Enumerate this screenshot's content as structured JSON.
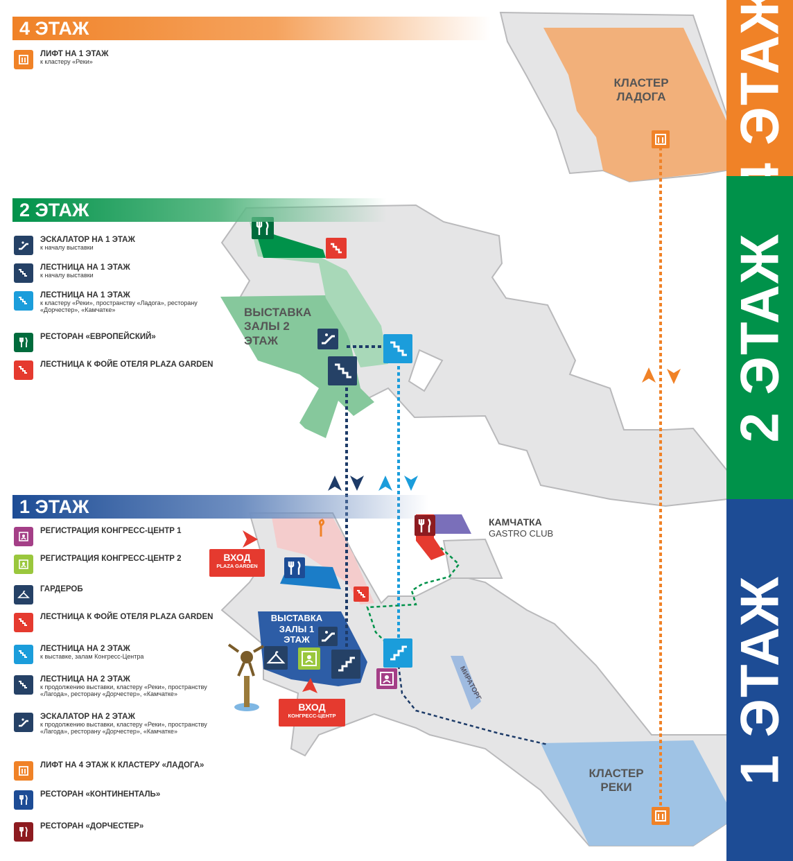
{
  "colors": {
    "floor4": "#f08227",
    "floor2": "#00924a",
    "floor1": "#1d4c95",
    "dark_icon": "#254166",
    "light_blue_icon": "#1b9ddb",
    "red_icon": "#e53a2f",
    "green_icon": "#006b3c",
    "pink_icon": "#a43f87",
    "lime_icon": "#9ac73d",
    "maroon_icon": "#8d1b20"
  },
  "bands": [
    {
      "label": "4 ЭТАЖ",
      "color": "#f08227"
    },
    {
      "label": "2 ЭТАЖ",
      "color": "#00924a"
    },
    {
      "label": "1 ЭТАЖ",
      "color": "#1d4c95"
    }
  ],
  "floors": {
    "f4": {
      "title": "4 ЭТАЖ",
      "legend": [
        {
          "icon": "elevator-icon",
          "color": "#f08227",
          "title": "ЛИФТ НА 1 ЭТАЖ",
          "sub": "к кластеру «Реки»"
        }
      ]
    },
    "f2": {
      "title": "2 ЭТАЖ",
      "legend": [
        {
          "icon": "escalator-icon",
          "color": "#254166",
          "title": "ЭСКАЛАТОР НА 1 ЭТАЖ",
          "sub": "к началу выставки"
        },
        {
          "icon": "stairs-icon",
          "color": "#254166",
          "title": "ЛЕСТНИЦА НА 1 ЭТАЖ",
          "sub": "к началу выставки"
        },
        {
          "icon": "stairs-icon",
          "color": "#1b9ddb",
          "title": "ЛЕСТНИЦА НА 1 ЭТАЖ",
          "sub": "к кластеру «Реки», пространству «Ладога», ресторану «Дорчестер», «Камчатке»"
        },
        {
          "icon": "restaurant-icon",
          "color": "#006b3c",
          "title": "РЕСТОРАН «ЕВРОПЕЙСКИЙ»",
          "sub": ""
        },
        {
          "icon": "stairs-icon",
          "color": "#e53a2f",
          "title": "ЛЕСТНИЦА К ФОЙЕ ОТЕЛЯ PLAZA GARDEN",
          "sub": ""
        }
      ]
    },
    "f1": {
      "title": "1 ЭТАЖ",
      "legend": [
        {
          "icon": "registration-icon",
          "color": "#a43f87",
          "title": "РЕГИСТРАЦИЯ КОНГРЕСС-ЦЕНТР 1",
          "sub": ""
        },
        {
          "icon": "registration-icon",
          "color": "#9ac73d",
          "title": "РЕГИСТРАЦИЯ КОНГРЕСС-ЦЕНТР 2",
          "sub": ""
        },
        {
          "icon": "hanger-icon",
          "color": "#254166",
          "title": "ГАРДЕРОБ",
          "sub": ""
        },
        {
          "icon": "stairs-icon",
          "color": "#e53a2f",
          "title": "ЛЕСТНИЦА К ФОЙЕ ОТЕЛЯ PLAZA GARDEN",
          "sub": ""
        },
        {
          "icon": "stairs-icon",
          "color": "#1b9ddb",
          "title": "ЛЕСТНИЦА НА 2 ЭТАЖ",
          "sub": "к выставке, залам Конгресс-Центра"
        },
        {
          "icon": "stairs-icon",
          "color": "#254166",
          "title": "ЛЕСТНИЦА НА 2 ЭТАЖ",
          "sub": "к продолжению выставки, кластеру «Реки», пространству «Лагода», ресторану «Дорчестер», «Камчатке»"
        },
        {
          "icon": "escalator-icon",
          "color": "#254166",
          "title": "ЭСКАЛАТОР НА 2 ЭТАЖ",
          "sub": "к продолжению выставки, кластеру «Реки», пространству «Лагода», ресторану «Дорчестер», «Камчатке»"
        },
        {
          "icon": "elevator-icon",
          "color": "#f08227",
          "title": "ЛИФТ НА 4 ЭТАЖ К КЛАСТЕРУ «ЛАДОГА»",
          "sub": ""
        },
        {
          "icon": "restaurant-icon",
          "color": "#1d4c95",
          "title": "РЕСТОРАН «КОНТИНЕНТАЛЬ»",
          "sub": ""
        },
        {
          "icon": "restaurant-icon",
          "color": "#8d1b20",
          "title": "РЕСТОРАН «ДОРЧЕСТЕР»",
          "sub": ""
        }
      ]
    }
  },
  "labels": {
    "ladoga": "КЛАСТЕР ЛАДОГА",
    "expo2": "ВЫСТАВКА ЗАЛЫ 2 ЭТАЖ",
    "expo1": "ВЫСТАВКА ЗАЛЫ 1 ЭТАЖ",
    "kamchatka_title": "КАМЧАТКА",
    "kamchatka_sub": "GASTRO CLUB",
    "rivers": "КЛАСТЕР РЕКИ",
    "miratorg": "МИРАТОРГ"
  },
  "entries": [
    {
      "title": "ВХОД",
      "sub": "PLAZA GARDEN"
    },
    {
      "title": "ВХОД",
      "sub": "КОНГРЕСС-ЦЕНТР"
    }
  ]
}
